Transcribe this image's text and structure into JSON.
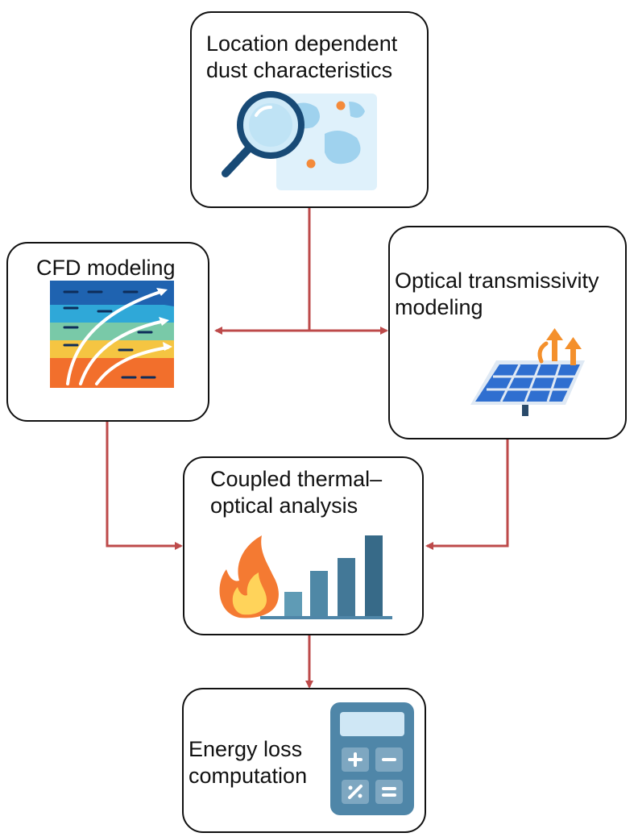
{
  "diagram": {
    "nodes": {
      "location": {
        "label": "Location dependent\ndust characteristics",
        "icon": "magnifier-map-icon"
      },
      "cfd": {
        "label": "CFD modeling",
        "icon": "flow-field-icon"
      },
      "optical": {
        "label": "Optical transmissivity\nmodeling",
        "icon": "solar-panel-icon"
      },
      "coupled": {
        "label": "Coupled thermal–\noptical analysis",
        "icon": "fire-bar-chart-icon"
      },
      "energy": {
        "label": "Energy loss\ncomputation",
        "icon": "calculator-icon"
      }
    },
    "edges": [
      {
        "from": "location",
        "to": "cfd"
      },
      {
        "from": "location",
        "to": "optical"
      },
      {
        "from": "cfd",
        "to": "coupled"
      },
      {
        "from": "optical",
        "to": "coupled"
      },
      {
        "from": "coupled",
        "to": "energy"
      }
    ],
    "colors": {
      "connector": "#bd4a4a",
      "border": "#111111",
      "flame_outer": "#f47a32",
      "flame_inner": "#ffd35a",
      "bars": [
        "#5f9bb5",
        "#4f88a6",
        "#437897",
        "#376a88"
      ],
      "calculator": "#4f86a8",
      "panel": "#2f6fd0",
      "arrow_orange": "#f4902c"
    }
  }
}
